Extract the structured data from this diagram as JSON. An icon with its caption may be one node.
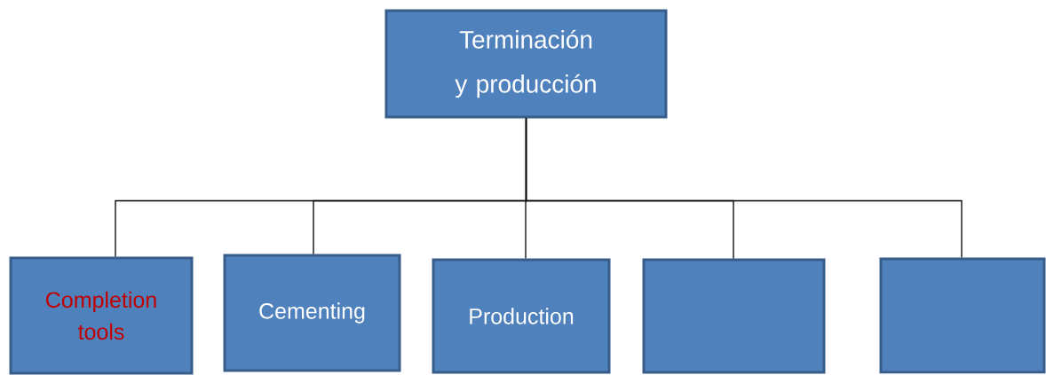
{
  "diagram": {
    "nodes": [
      {
        "text": [
          "Terminación y producción"
        ]
      },
      {
        "text": [
          "Completion tools"
        ]
      },
      {
        "text": [
          "Cementing"
        ]
      },
      {
        "text": [
          "Production"
        ]
      },
      {
        "text": [],
        "shape": "box"
      },
      {
        "text": [],
        "shape": "box"
      }
    ],
    "edges": [
      {
        "from": 0,
        "to": 1,
        "arrow": "none"
      },
      {
        "from": 0,
        "to": 2,
        "arrow": "none"
      },
      {
        "from": 0,
        "to": 3,
        "arrow": "none"
      },
      {
        "from": 0,
        "to": 4,
        "arrow": "none"
      },
      {
        "from": 0,
        "to": 5,
        "arrow": "none"
      }
    ]
  }
}
